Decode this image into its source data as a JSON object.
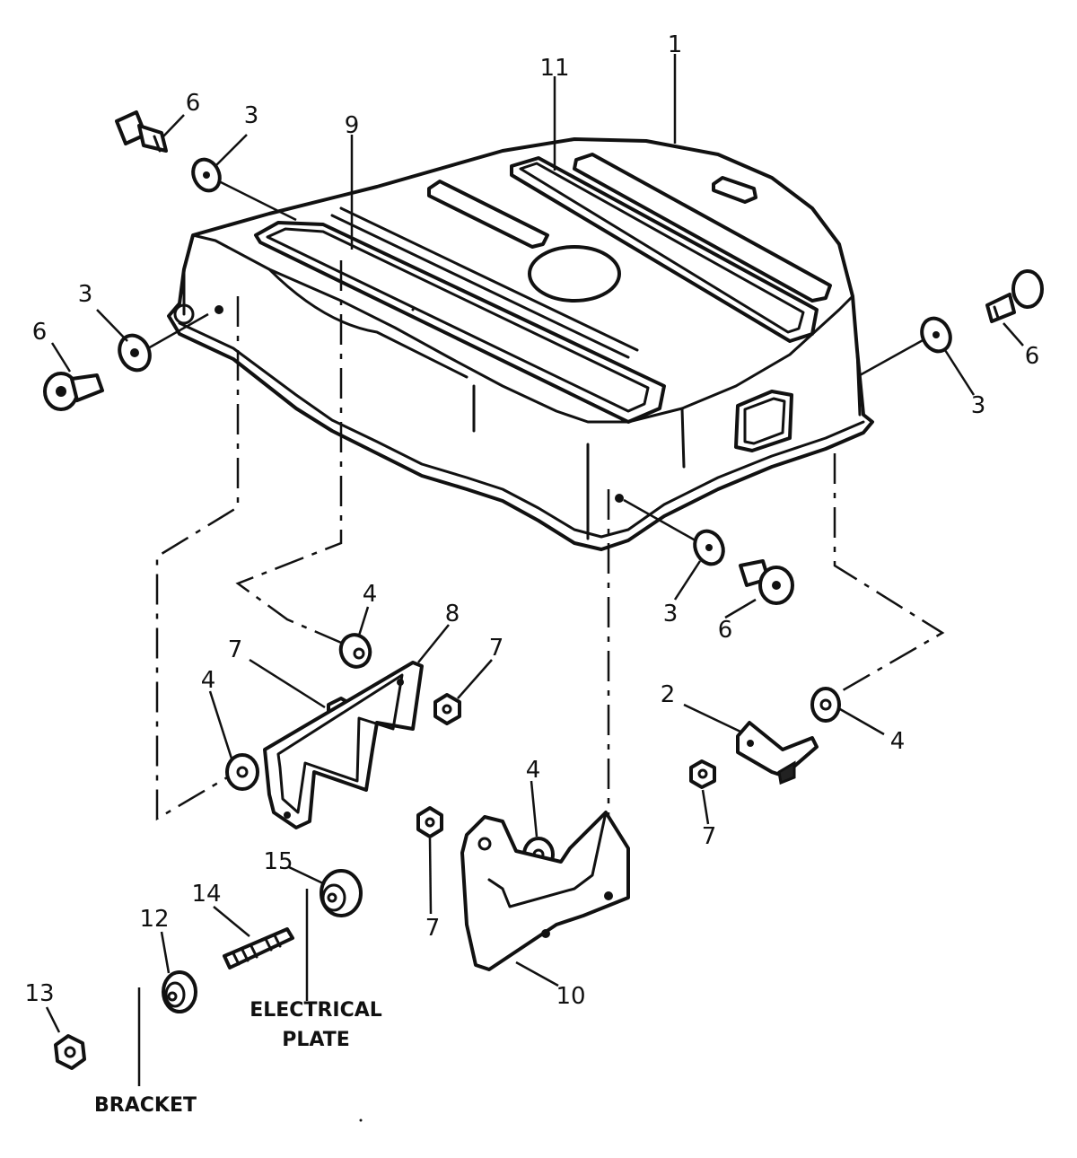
{
  "callouts": {
    "c1": "1",
    "c2": "2",
    "c3a": "3",
    "c3b": "3",
    "c3c": "3",
    "c3d": "3",
    "c4a": "4",
    "c4b": "4",
    "c4c": "4",
    "c4d": "4",
    "c6a": "6",
    "c6b": "6",
    "c6c": "6",
    "c6d": "6",
    "c7a": "7",
    "c7b": "7",
    "c7c": "7",
    "c7d": "7",
    "c8": "8",
    "c9": "9",
    "c10": "10",
    "c11": "11",
    "c12": "12",
    "c13": "13",
    "c14": "14",
    "c15": "15"
  },
  "labels": {
    "electrical_line1": "ELECTRICAL",
    "electrical_line2": "PLATE",
    "bracket": "BRACKET"
  }
}
